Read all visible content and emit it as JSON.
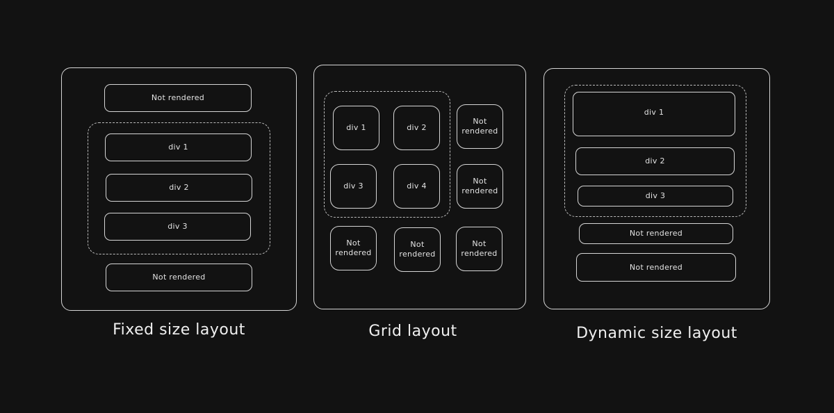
{
  "fixed": {
    "caption": "Fixed size layout",
    "top_label": "Not rendered",
    "div1": "div 1",
    "div2": "div 2",
    "div3": "div 3",
    "bottom_label": "Not rendered"
  },
  "grid": {
    "caption": "Grid layout",
    "div1": "div 1",
    "div2": "div 2",
    "div3": "div 3",
    "div4": "div 4",
    "nr_line1": "Not",
    "nr_line2": "rendered"
  },
  "dynamic": {
    "caption": "Dynamic size layout",
    "div1": "div 1",
    "div2": "div 2",
    "div3": "div 3",
    "nr1": "Not rendered",
    "nr2": "Not rendered"
  }
}
